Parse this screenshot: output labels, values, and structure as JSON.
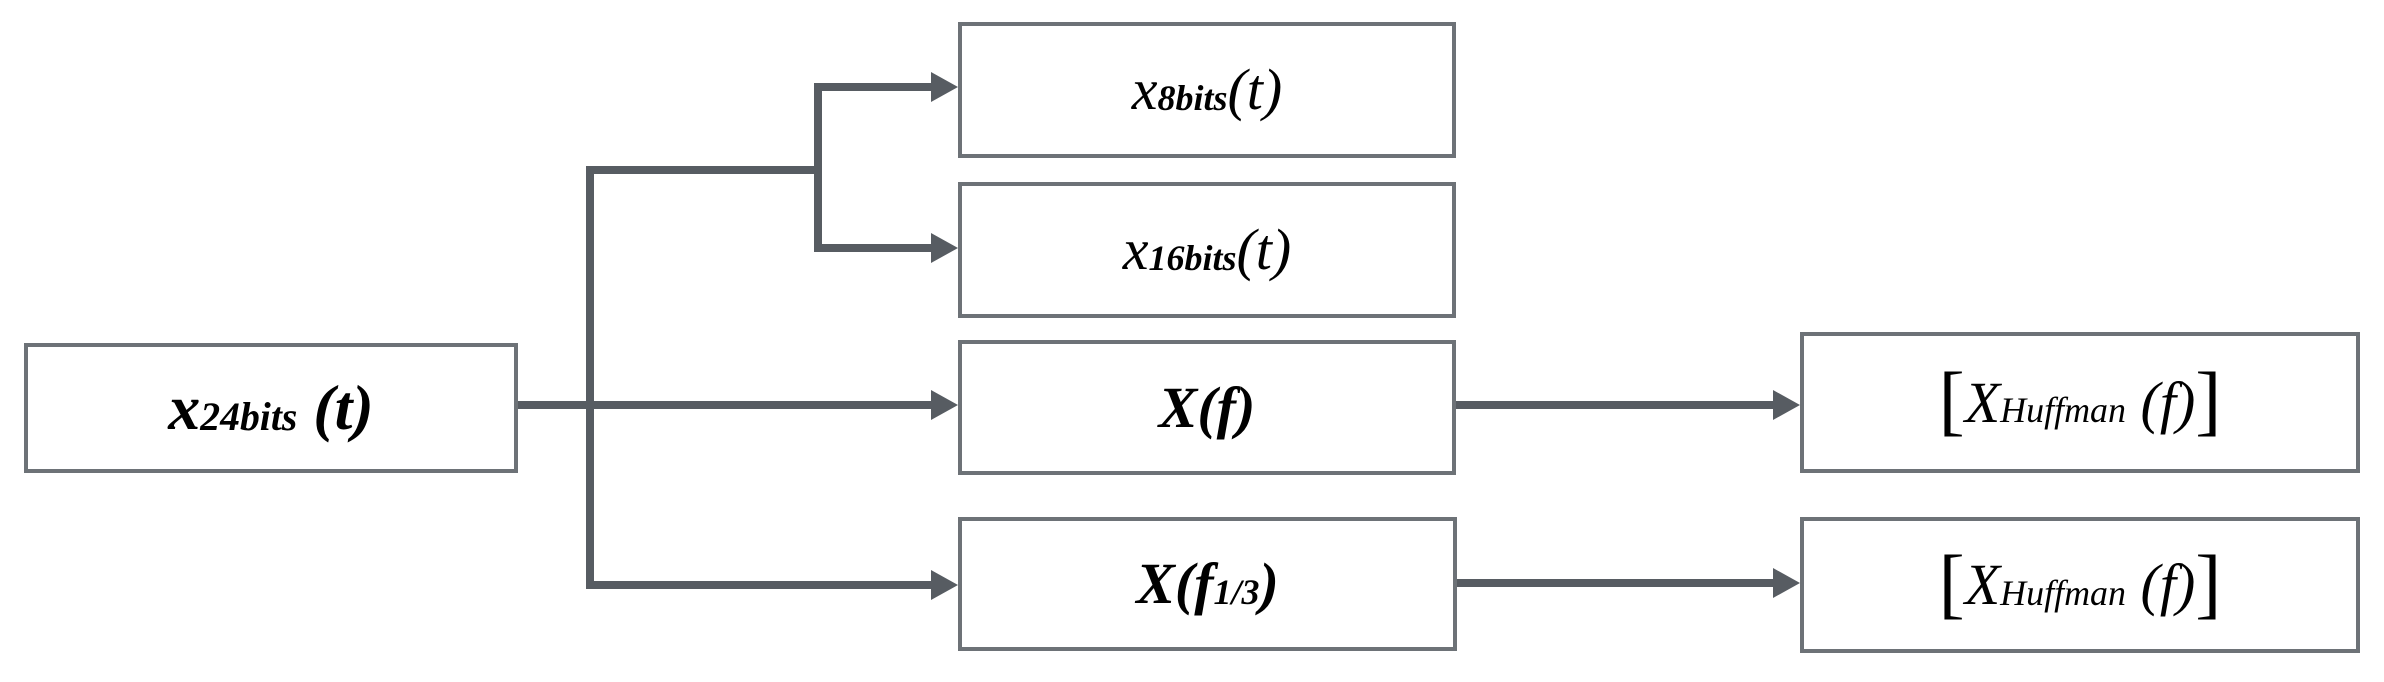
{
  "colors": {
    "background": "#ffffff",
    "box_border": "#6d7277",
    "box_fill": "#ffffff",
    "connector": "#575c62",
    "text": "#000000"
  },
  "nodes": {
    "x24bits": {
      "text": "x_24bits (t)",
      "segments": [
        {
          "c": "bi",
          "t": "x"
        },
        {
          "c": "bi sub",
          "t": "24bits"
        },
        {
          "c": "bi",
          "t": " (t)"
        }
      ]
    },
    "x8bits": {
      "text": "x_8bits(t)",
      "segments": [
        {
          "c": "i",
          "t": "x"
        },
        {
          "c": "bi sub",
          "t": "8bits"
        },
        {
          "c": "i",
          "t": "(t)"
        }
      ]
    },
    "x16bits": {
      "text": "x_16bits(t)",
      "segments": [
        {
          "c": "i",
          "t": "x"
        },
        {
          "c": "bi sub",
          "t": "16bits"
        },
        {
          "c": "i",
          "t": "(t)"
        }
      ]
    },
    "xf": {
      "text": "X(f)",
      "segments": [
        {
          "c": "bi",
          "t": "X(f)"
        }
      ]
    },
    "xf13": {
      "text": "X(f_1/3)",
      "segments": [
        {
          "c": "bi",
          "t": "X(f"
        },
        {
          "c": "bi sub",
          "t": "1/3"
        },
        {
          "c": "bi",
          "t": ")"
        }
      ]
    },
    "huffman1": {
      "text": "[X_Huffman (f)]",
      "segments": [
        {
          "c": "br",
          "t": "["
        },
        {
          "c": "i",
          "t": "X"
        },
        {
          "c": "i sub",
          "t": "Huffman"
        },
        {
          "c": "i",
          "t": " (f)"
        },
        {
          "c": "br",
          "t": "]"
        }
      ]
    },
    "huffman2": {
      "text": "[X_Huffman (f)]",
      "segments": [
        {
          "c": "br",
          "t": "["
        },
        {
          "c": "i",
          "t": "X"
        },
        {
          "c": "i sub",
          "t": "Huffman"
        },
        {
          "c": "i",
          "t": " (f)"
        },
        {
          "c": "br",
          "t": "]"
        }
      ]
    }
  }
}
